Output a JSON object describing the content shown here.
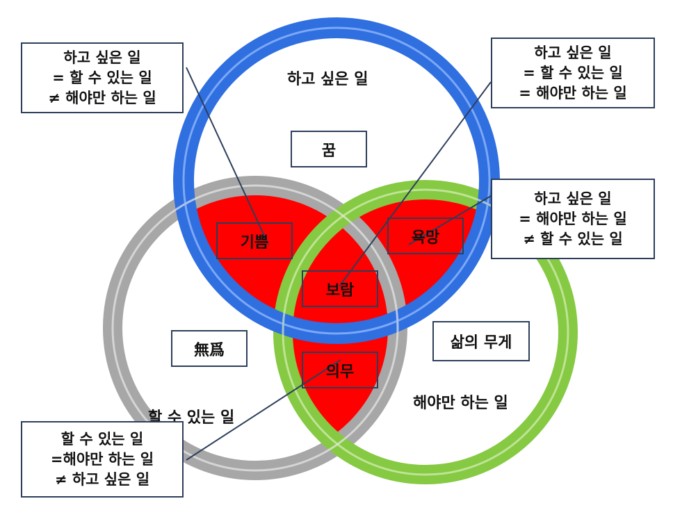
{
  "circles": {
    "top": {
      "label": "하고 싶은 일",
      "color": "#2f6fe0"
    },
    "left": {
      "label": "할 수 있는 일",
      "color": "#a7a7a7"
    },
    "right": {
      "label": "해야만 하는 일",
      "color": "#86c943"
    },
    "overlap_color": "#ff0000"
  },
  "regions": {
    "top_only": "꿈",
    "left_only": "無爲",
    "right_only": "삶의 무게",
    "top_left": "기쁨",
    "top_right": "욕망",
    "left_right": "의무",
    "center": "보람"
  },
  "callouts": {
    "top_left": [
      "하고 싶은 일",
      "= 할 수 있는 일",
      "≠ 해야만 하는 일"
    ],
    "top_right": [
      "하고 싶은 일",
      "= 할 수 있는 일",
      "= 해야만 하는 일"
    ],
    "mid_right": [
      "하고 싶은 일",
      "= 해야만 하는 일",
      "≠ 할 수 있는 일"
    ],
    "bottom_left": [
      "할 수 있는 일",
      "=해야만 하는 일",
      "≠ 하고 싶은 일"
    ]
  }
}
